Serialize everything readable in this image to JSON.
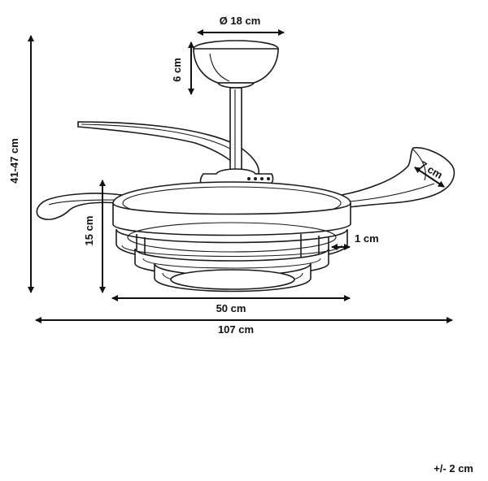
{
  "dimensions": {
    "canopy_diameter": "Ø 18 cm",
    "canopy_height": "6 cm",
    "total_height": "41-47 cm",
    "body_height": "15 cm",
    "blade_width": "7 cm",
    "ring_gap": "1 cm",
    "body_diameter": "50 cm",
    "span_diameter": "107 cm"
  },
  "tolerance": "+/- 2 cm"
}
